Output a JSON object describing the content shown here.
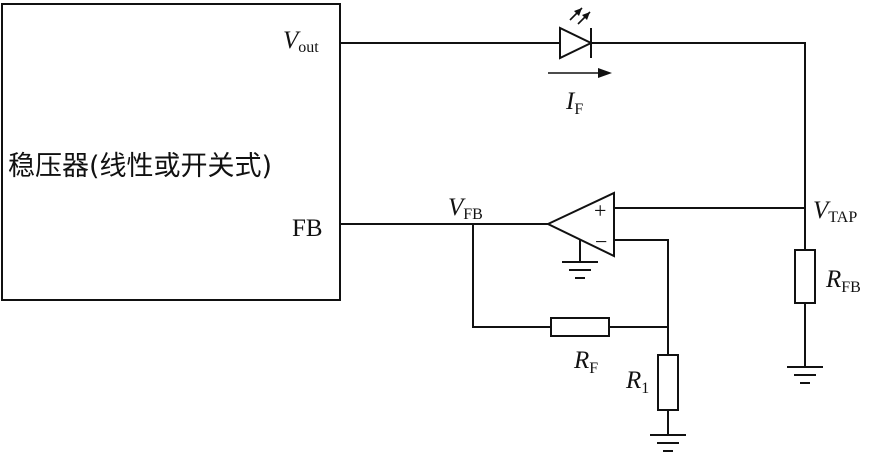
{
  "regulator": {
    "title": "稳压器(线性或开关式)",
    "pin_out": {
      "var": "V",
      "sub": "out"
    },
    "pin_fb": "FB"
  },
  "labels": {
    "v_fb": {
      "var": "V",
      "sub": "FB"
    },
    "v_tap": {
      "var": "V",
      "sub": "TAP"
    },
    "i_f": {
      "var": "I",
      "sub": "F"
    },
    "r_fb": {
      "var": "R",
      "sub": "FB"
    },
    "r_f": {
      "var": "R",
      "sub": "F"
    },
    "r_1": {
      "var": "R",
      "sub": "1"
    }
  },
  "opamp": {
    "plus": "+",
    "minus": "−"
  }
}
